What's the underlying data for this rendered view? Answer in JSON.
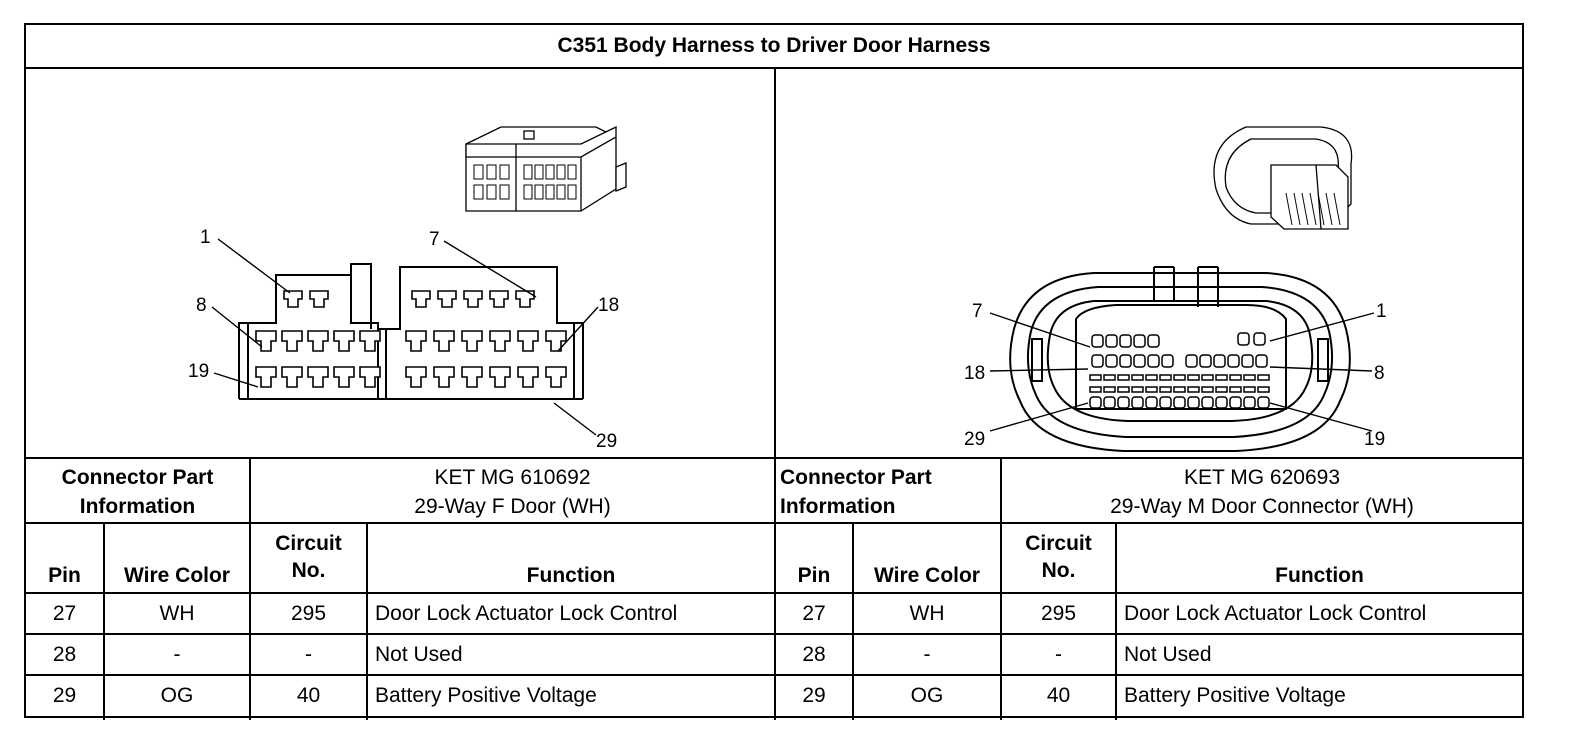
{
  "title": "C351 Body Harness to Driver Door Harness",
  "connectors": [
    {
      "label_lines": [
        "Connector Part",
        "Information"
      ],
      "part_lines": [
        "KET MG 610692",
        "29-Way F Door (WH)"
      ],
      "callouts": [
        "1",
        "7",
        "8",
        "18",
        "19",
        "29"
      ],
      "headers": {
        "pin": "Pin",
        "wire_color": "Wire Color",
        "circuit_lines": [
          "Circuit",
          "No."
        ],
        "function": "Function"
      },
      "rows": [
        {
          "pin": "27",
          "wire_color": "WH",
          "circuit": "295",
          "function": "Door Lock Actuator Lock Control"
        },
        {
          "pin": "28",
          "wire_color": "-",
          "circuit": "-",
          "function": "Not Used"
        },
        {
          "pin": "29",
          "wire_color": "OG",
          "circuit": "40",
          "function": "Battery Positive Voltage"
        }
      ]
    },
    {
      "label_lines": [
        "Connector Part",
        "Information"
      ],
      "part_lines": [
        "KET MG 620693",
        "29-Way M Door Connector (WH)"
      ],
      "callouts": [
        "7",
        "1",
        "18",
        "8",
        "29",
        "19"
      ],
      "headers": {
        "pin": "Pin",
        "wire_color": "Wire Color",
        "circuit_lines": [
          "Circuit",
          "No."
        ],
        "function": "Function"
      },
      "rows": [
        {
          "pin": "27",
          "wire_color": "WH",
          "circuit": "295",
          "function": "Door Lock Actuator Lock Control"
        },
        {
          "pin": "28",
          "wire_color": "-",
          "circuit": "-",
          "function": "Not Used"
        },
        {
          "pin": "29",
          "wire_color": "OG",
          "circuit": "40",
          "function": "Battery Positive Voltage"
        }
      ]
    }
  ]
}
